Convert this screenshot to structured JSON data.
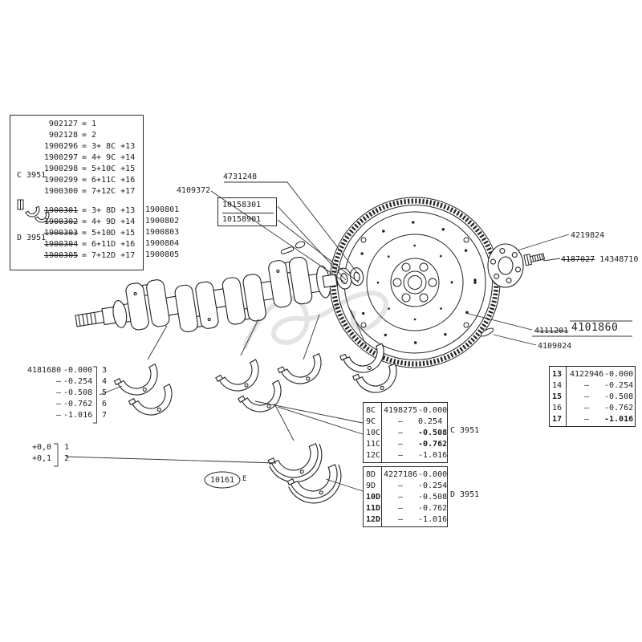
{
  "top_table": {
    "c_label": "C 3951",
    "d_label": "D 3951",
    "rows": [
      {
        "num": "902127",
        "eq": "= 1"
      },
      {
        "num": "902128",
        "eq": "= 2"
      },
      {
        "num": "1900296",
        "eq": "= 3+ 8C +13"
      },
      {
        "num": "1900297",
        "eq": "= 4+ 9C +14"
      },
      {
        "num": "1900298",
        "eq": "= 5+10C +15"
      },
      {
        "num": "1900299",
        "eq": "= 6+11C +16"
      },
      {
        "num": "1900300",
        "eq": "= 7+12C +17"
      }
    ],
    "struck": [
      {
        "old": "1900301",
        "eq": "= 3+ 8D +13",
        "new": "1900801"
      },
      {
        "old": "1900302",
        "eq": "= 4+ 9D +14",
        "new": "1900802"
      },
      {
        "old": "1900303",
        "eq": "= 5+10D +15",
        "new": "1900803"
      },
      {
        "old": "1900304",
        "eq": "= 6+11D +16",
        "new": "1900804"
      },
      {
        "old": "1900305",
        "eq": "= 7+12D +17",
        "new": "1900805"
      }
    ]
  },
  "callouts": {
    "crank_assembly": "4731248",
    "crankshaft": "4109372",
    "bushing_upper": "10158301",
    "bushing_lower": "10158901",
    "flange": "4219824",
    "bolt_old": "4187027",
    "bolt_new": "14348710",
    "flywheel_old": "4111201",
    "flywheel_new": "4101860",
    "ring_gear": "4109024"
  },
  "main_bearings": {
    "rows": [
      {
        "part": "4181680",
        "size": "-0.000",
        "item": "3"
      },
      {
        "part": "–",
        "size": "-0.254",
        "item": "4"
      },
      {
        "part": "–",
        "size": "-0.508",
        "item": "5"
      },
      {
        "part": "–",
        "size": "-0.762",
        "item": "6"
      },
      {
        "part": "–",
        "size": "-1.016",
        "item": "7"
      }
    ]
  },
  "thrust_washers": {
    "rows": [
      {
        "size": "+0,0",
        "item": "1"
      },
      {
        "size": "+0,1",
        "item": "2"
      }
    ]
  },
  "table_c": {
    "side_label": "C 3951",
    "rows": [
      {
        "item": "8C",
        "part": "4198275",
        "size": "-0.000"
      },
      {
        "item": "9C",
        "part": "–",
        "size": "0.254"
      },
      {
        "item": "10C",
        "part": "–",
        "size": "-0.508"
      },
      {
        "item": "11C",
        "part": "–",
        "size": "-0.762"
      },
      {
        "item": "12C",
        "part": "–",
        "size": "-1.016"
      }
    ]
  },
  "table_d": {
    "side_label": "D 3951",
    "rows": [
      {
        "item": "8D",
        "part": "4227186",
        "size": "-0.000"
      },
      {
        "item": "9D",
        "part": "–",
        "size": "-0.254"
      },
      {
        "item": "10D",
        "part": "–",
        "size": "-0.508"
      },
      {
        "item": "11D",
        "part": "–",
        "size": "-0.762"
      },
      {
        "item": "12D",
        "part": "–",
        "size": "-1.016"
      }
    ]
  },
  "table_right": {
    "rows": [
      {
        "item": "13",
        "part": "4122946",
        "size": "-0.000"
      },
      {
        "item": "14",
        "part": "–",
        "size": "-0.254"
      },
      {
        "item": "15",
        "part": "–",
        "size": "-0.508"
      },
      {
        "item": "16",
        "part": "–",
        "size": "-0.762"
      },
      {
        "item": "17",
        "part": "–",
        "size": "-1.016"
      }
    ]
  },
  "stamp": {
    "number": "10161",
    "letter": "E"
  }
}
